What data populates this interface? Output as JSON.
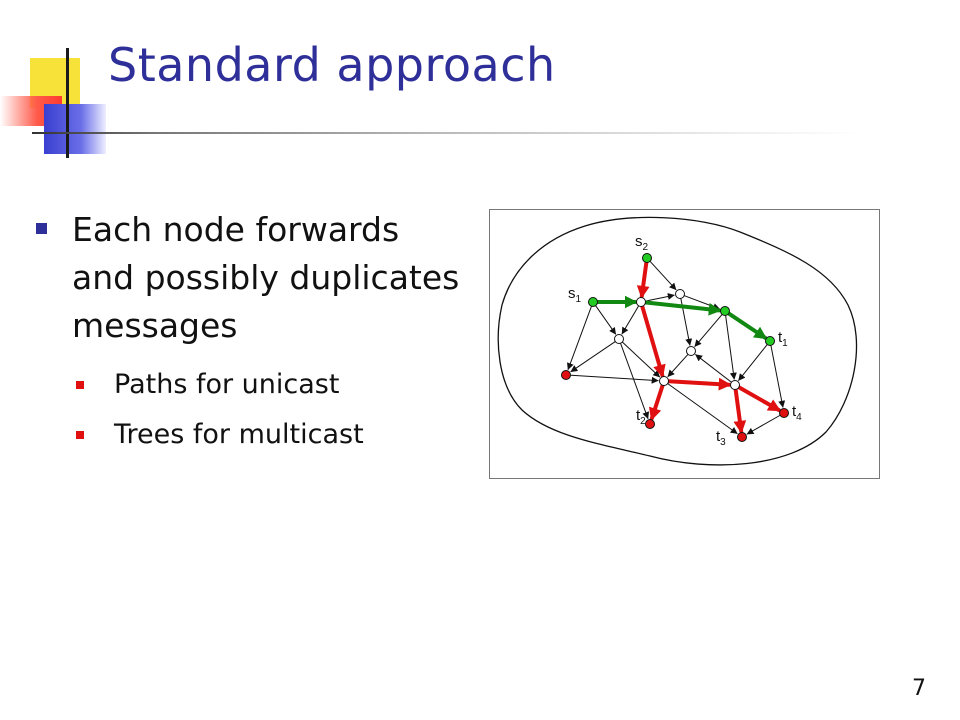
{
  "slide": {
    "title": "Standard approach",
    "page_number": "7"
  },
  "bullets": {
    "main": "Each node forwards and possibly duplicates messages",
    "sub": [
      "Paths for unicast",
      "Trees for multicast"
    ]
  },
  "diagram": {
    "colors": {
      "source_node": "#22cc22",
      "target_node": "#e01010",
      "relay_node": "#ffffff",
      "unicast_path": "#118811",
      "multicast_tree": "#e01010",
      "edge": "#111111"
    },
    "labels": {
      "s1": {
        "base": "s",
        "sub": "1"
      },
      "s2": {
        "base": "s",
        "sub": "2"
      },
      "t1": {
        "base": "t",
        "sub": "1"
      },
      "t2": {
        "base": "t",
        "sub": "2"
      },
      "t3": {
        "base": "t",
        "sub": "3"
      },
      "t4": {
        "base": "t",
        "sub": "4"
      }
    }
  }
}
